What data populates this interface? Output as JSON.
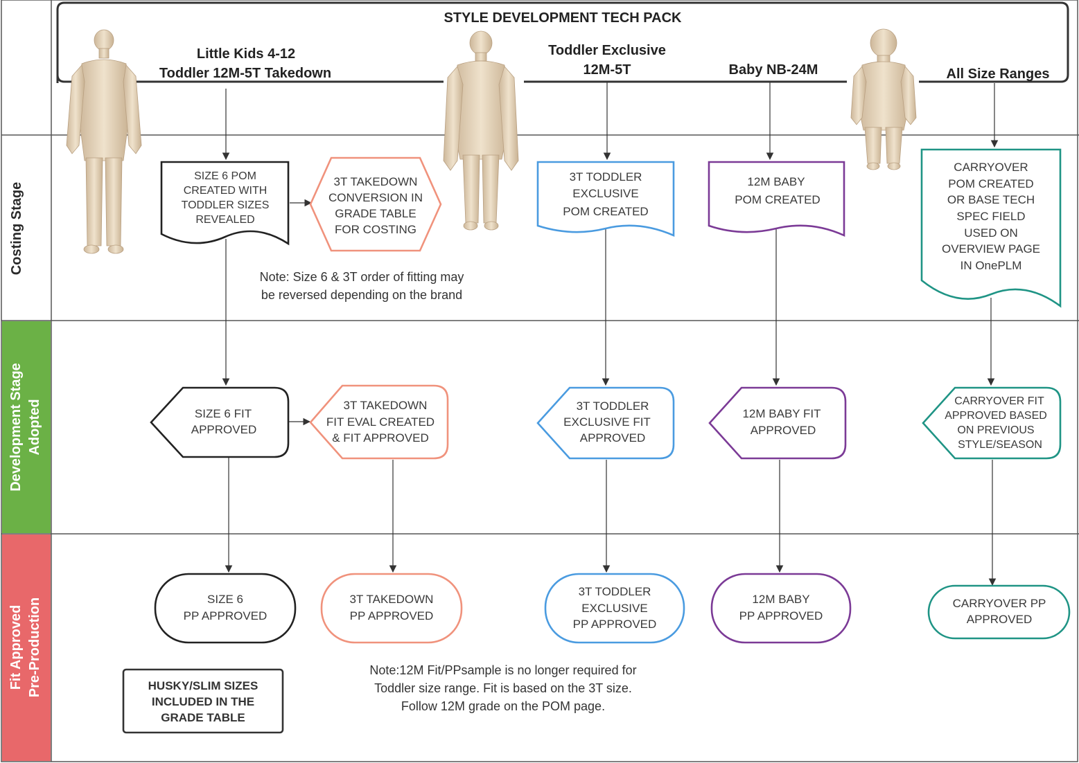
{
  "title": "STYLE DEVELOPMENT TECH PACK",
  "colors": {
    "black": "#222222",
    "salmon": "#f0927c",
    "blue": "#4a9be0",
    "purple": "#7b3a96",
    "teal": "#1f9485",
    "dev_stage_bg": "#6bb146",
    "fit_stage_bg": "#e8686a"
  },
  "columns": {
    "little_kids_line1": "Little Kids 4-12",
    "little_kids_line2": "Toddler 12M-5T Takedown",
    "toddler_excl_line1": "Toddler Exclusive",
    "toddler_excl_line2": "12M-5T",
    "baby": "Baby NB-24M",
    "all_sizes": "All Size Ranges"
  },
  "stages": {
    "costing": "Costing Stage",
    "development_line1": "Development Stage",
    "development_line2": "Adopted",
    "fit_line1": "Fit Approved",
    "fit_line2": "Pre-Production"
  },
  "costing": {
    "size6_pom": [
      "SIZE 6 POM",
      "CREATED WITH",
      "TODDLER SIZES",
      "REVEALED"
    ],
    "takedown_conversion": [
      "3T TAKEDOWN",
      "CONVERSION IN",
      "GRADE TABLE",
      "FOR COSTING"
    ],
    "toddler_pom": [
      "3T TODDLER",
      "EXCLUSIVE",
      "POM CREATED"
    ],
    "baby_pom": [
      "12M BABY",
      "POM CREATED"
    ],
    "carryover_pom": [
      "CARRYOVER",
      "POM CREATED",
      "OR BASE TECH",
      "SPEC FIELD",
      "USED ON",
      "OVERVIEW PAGE",
      "IN OnePLM"
    ],
    "note": [
      "Note: Size 6 & 3T order of fitting may",
      "be reversed depending on the brand"
    ]
  },
  "development": {
    "size6_fit": [
      "SIZE 6 FIT",
      "APPROVED"
    ],
    "takedown_fit": [
      "3T TAKEDOWN",
      "FIT EVAL CREATED",
      "& FIT APPROVED"
    ],
    "toddler_fit": [
      "3T TODDLER",
      "EXCLUSIVE FIT",
      "APPROVED"
    ],
    "baby_fit": [
      "12M BABY FIT",
      "APPROVED"
    ],
    "carryover_fit": [
      "CARRYOVER FIT",
      "APPROVED BASED",
      "ON PREVIOUS",
      "STYLE/SEASON"
    ]
  },
  "fit": {
    "size6_pp": [
      "SIZE 6",
      "PP APPROVED"
    ],
    "takedown_pp": [
      "3T TAKEDOWN",
      "PP APPROVED"
    ],
    "toddler_pp": [
      "3T TODDLER",
      "EXCLUSIVE",
      "PP APPROVED"
    ],
    "baby_pp": [
      "12M BABY",
      "PP APPROVED"
    ],
    "carryover_pp": [
      "CARRYOVER PP",
      "APPROVED"
    ],
    "husky_box": [
      "HUSKY/SLIM SIZES",
      "INCLUDED IN THE",
      "GRADE TABLE"
    ],
    "note": [
      "Note:12M Fit/PPsample is no longer required for",
      "Toddler size range.  Fit is based on the 3T size.",
      "Follow 12M grade on the POM page."
    ]
  },
  "mannequins": [
    "child-mannequin-icon",
    "toddler-mannequin-icon",
    "baby-mannequin-icon"
  ]
}
